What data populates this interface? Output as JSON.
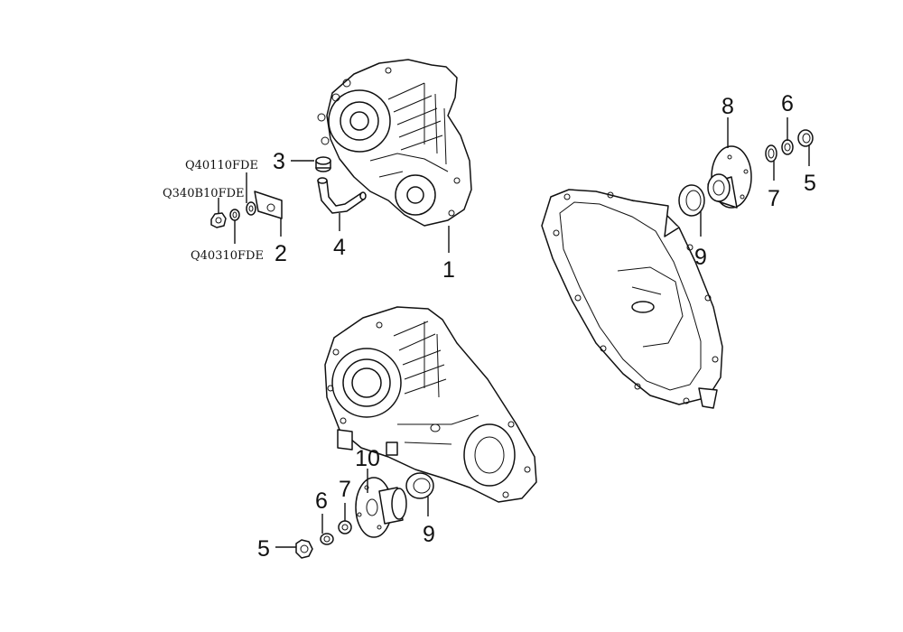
{
  "labels": {
    "n1": "1",
    "n2": "2",
    "n3": "3",
    "n4": "4",
    "n5_top": "5",
    "n6_top": "6",
    "n7_top": "7",
    "n8": "8",
    "n9_top": "9",
    "n5_bottom": "5",
    "n6_bottom": "6",
    "n7_bottom": "7",
    "n9_bottom": "9",
    "n10": "10"
  },
  "codes": {
    "q40110": "Q40110FDE",
    "q340b10": "Q340B10FDE",
    "q40310": "Q40310FDE"
  }
}
